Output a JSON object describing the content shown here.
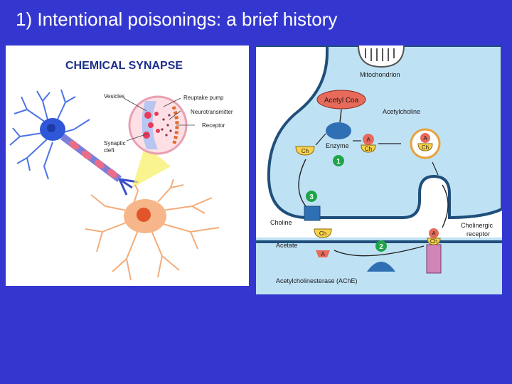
{
  "slide": {
    "title": "1) Intentional poisonings: a brief history"
  },
  "left_diagram": {
    "heading": "CHEMICAL SYNAPSE",
    "labels": {
      "vesicles": "Vesicles",
      "reuptake_pump": "Reuptake pump",
      "neurotransmitter": "Neurotransmitter",
      "receptor": "Receptor",
      "synaptic": "Synaptic",
      "cleft": "cleft"
    },
    "colors": {
      "heading": "#1c2f8a",
      "neuron_blue": "#2f57d8",
      "neuron_orange": "#f29a5a",
      "zoom_yellow": "#f7f06a"
    }
  },
  "right_diagram": {
    "labels": {
      "mitochondrion": "Mitochondrion",
      "acetyl_coa": "Acetyl Coa",
      "acetylcholine": "Acetylcholine",
      "enzyme": "Enzyme",
      "choline": "Choline",
      "acetate": "Acetate",
      "cholinergic": "Cholinergic",
      "receptor": "receptor",
      "ache": "Acetylcholinesterase (AChE)",
      "a": "A",
      "ch": "Ch",
      "step1": "1",
      "step2": "2",
      "step3": "3"
    },
    "colors": {
      "cell_fill": "#bfe1f4",
      "membrane": "#1f4f7a",
      "badge_green": "#1fa548",
      "acetyl_red": "#e76a5a",
      "receptor_pink": "#d184b8",
      "enzyme_blue": "#2f6fb3"
    }
  }
}
